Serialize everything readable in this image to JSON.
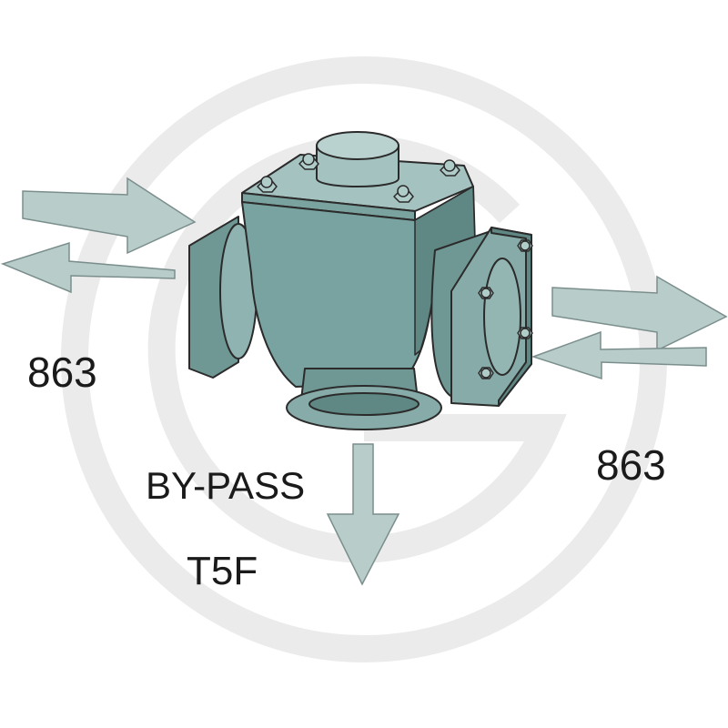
{
  "labels": {
    "left_code": "863",
    "right_code": "863",
    "bypass": "BY-PASS",
    "outlet_code": "T5F"
  },
  "colors": {
    "valve_body": "#79a3a0",
    "valve_dark": "#5f8885",
    "valve_light": "#a4c3c0",
    "outline": "#2b2b2b",
    "arrow_fill": "#b8ccca",
    "watermark": "#ebebeb",
    "text": "#1a1a1a"
  },
  "icons": {
    "valve": "three-way-valve-icon",
    "arrow_in": "arrow-right-icon",
    "arrow_out": "arrow-left-icon",
    "arrow_down": "arrow-down-icon",
    "watermark": "circle-g-watermark-icon"
  }
}
